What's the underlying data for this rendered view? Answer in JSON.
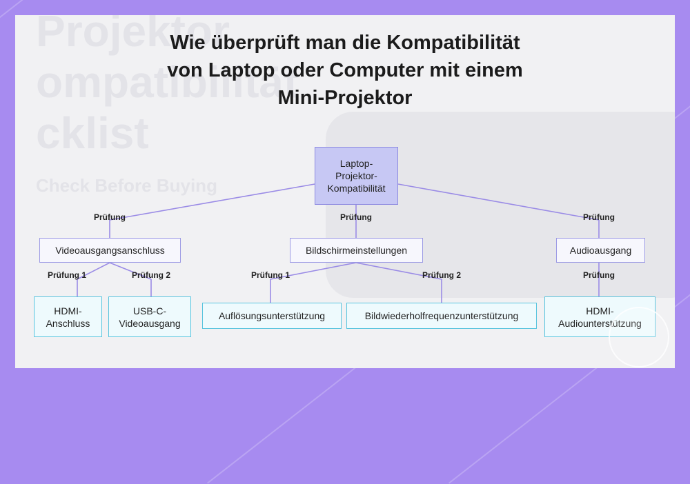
{
  "title_lines": [
    "Wie überprüft man die Kompatibilität",
    "von Laptop oder Computer mit einem",
    "Mini-Projektor"
  ],
  "root": {
    "lines": [
      "Laptop-",
      "Projektor-",
      "Kompatibilität"
    ]
  },
  "branches": [
    {
      "edge_label": "Prüfung",
      "label": "Videoausgangsanschluss"
    },
    {
      "edge_label": "Prüfung",
      "label": "Bildschirmeinstellungen"
    },
    {
      "edge_label": "Prüfung",
      "label": "Audioausgang"
    }
  ],
  "leaves": [
    {
      "edge_label": "Prüfung 1",
      "lines": [
        "HDMI-",
        "Anschluss"
      ]
    },
    {
      "edge_label": "Prüfung 2",
      "lines": [
        "USB-C-",
        "Videoausgang"
      ]
    },
    {
      "edge_label": "Prüfung 1",
      "lines": [
        "Auflösungsunterstützung"
      ]
    },
    {
      "edge_label": "Prüfung 2",
      "lines": [
        "Bildwiederholfrequenzunterstützung"
      ]
    },
    {
      "edge_label": "Prüfung",
      "lines": [
        "HDMI-",
        "Audiounterstützung"
      ]
    }
  ],
  "colors": {
    "border_frame": "#a78bf0",
    "root_fill": "#c7c8f4",
    "level1_fill": "#f7f7fd",
    "leaf_border": "#58c4de",
    "connector": "#9a8be6"
  }
}
